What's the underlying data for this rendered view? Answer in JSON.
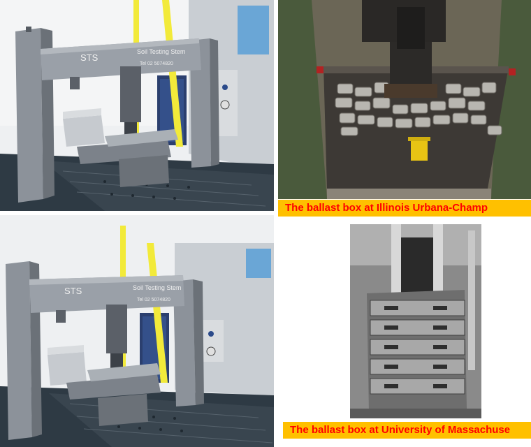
{
  "renders": {
    "beam_label": "STS",
    "sign_name": "Soil Testing Stem",
    "sign_tel": "Tel 02 5074820"
  },
  "photos": {
    "top": {
      "caption": "The ballast box at Illinois Urbana-Champ"
    },
    "bottom": {
      "caption": "The ballast box at University of Massachuse"
    }
  },
  "colors": {
    "caption_bg": "#ffc000",
    "caption_text": "#ff0000",
    "steel": "#8c929a",
    "yellow_column": "#f2ea3a",
    "floor": "#2e3a44"
  }
}
